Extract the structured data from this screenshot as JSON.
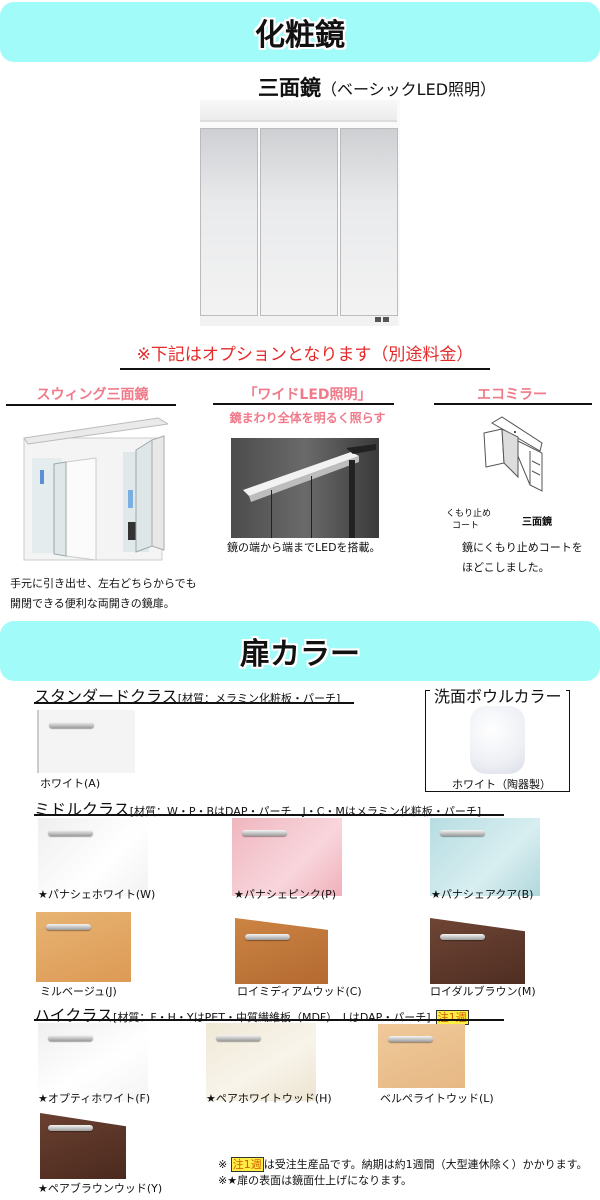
{
  "mirror_section": {
    "banner_title": "化粧鏡",
    "product_title": "三面鏡",
    "product_subtitle": "（ベーシックLED照明）",
    "option_note": "※下記はオプションとなります（別途料金）"
  },
  "options": [
    {
      "title": "スウィング三面鏡",
      "subtitle": "",
      "description_lines": [
        "手元に引き出せ、左右どちらからでも",
        "開閉できる便利な両開きの鏡扉。"
      ]
    },
    {
      "title": "「ワイドLED照明」",
      "subtitle": "鏡まわり全体を明るく照らす",
      "description_lines": [
        "鏡の端から端までLEDを搭載。"
      ]
    },
    {
      "title": "エコミラー",
      "subtitle": "",
      "diagram_labels": {
        "coat": "くもり止め",
        "coat2": "コート",
        "mirror": "三面鏡"
      },
      "description_lines": [
        "鏡にくもり止めコートを",
        "ほどこしました。"
      ]
    }
  ],
  "door_section": {
    "banner_title": "扉カラー",
    "standard": {
      "title": "スタンダードクラス",
      "material": "[材質：メラミン化粧板・パーチ]",
      "colors": [
        {
          "label": "ホワイト(A)",
          "color": "#f4f4f4"
        }
      ]
    },
    "bowl": {
      "title": "洗面ボウルカラー",
      "label": "ホワイト（陶器製）"
    },
    "middle": {
      "title": "ミドルクラス",
      "material": "[材質：W・P・BはDAP・パーチ　J・C・Mはメラミン化粧板・パーチ]",
      "colors": [
        {
          "label": "★パナシェホワイト(W)",
          "color": "#f3f3f3"
        },
        {
          "label": "★パナシェピンク(P)",
          "color": "#f0b6bf"
        },
        {
          "label": "★パナシェアクア(B)",
          "color": "#b6dde2"
        },
        {
          "label": "ミルベージュ(J)",
          "color": "#e3a866"
        },
        {
          "label": "ロイミディアムウッド(C)",
          "color": "#c27a3c"
        },
        {
          "label": "ロイダルブラウン(M)",
          "color": "#6a4032"
        }
      ]
    },
    "high": {
      "title": "ハイクラス",
      "material": "[材質：F・H・YはPET・中質繊維板（MDF）　LはDAP・パーチ]",
      "badge": "注1週",
      "colors": [
        {
          "label": "★オプティホワイト(F)",
          "color": "#f6f6f6"
        },
        {
          "label": "★ペアホワイトウッド(H)",
          "color": "#efe8d6"
        },
        {
          "label": "ベルペライトウッド(L)",
          "color": "#ebc28f"
        },
        {
          "label": "★ペアブラウンウッド(Y)",
          "color": "#5a3526"
        }
      ]
    },
    "footnotes": {
      "line1_prefix": "※",
      "line1_badge": "注1週",
      "line1_text": "は受注生産品です。納期は約1週間（大型連休除く）かかります。",
      "line2": "※★扉の表面は鏡面仕上げになります。"
    }
  }
}
